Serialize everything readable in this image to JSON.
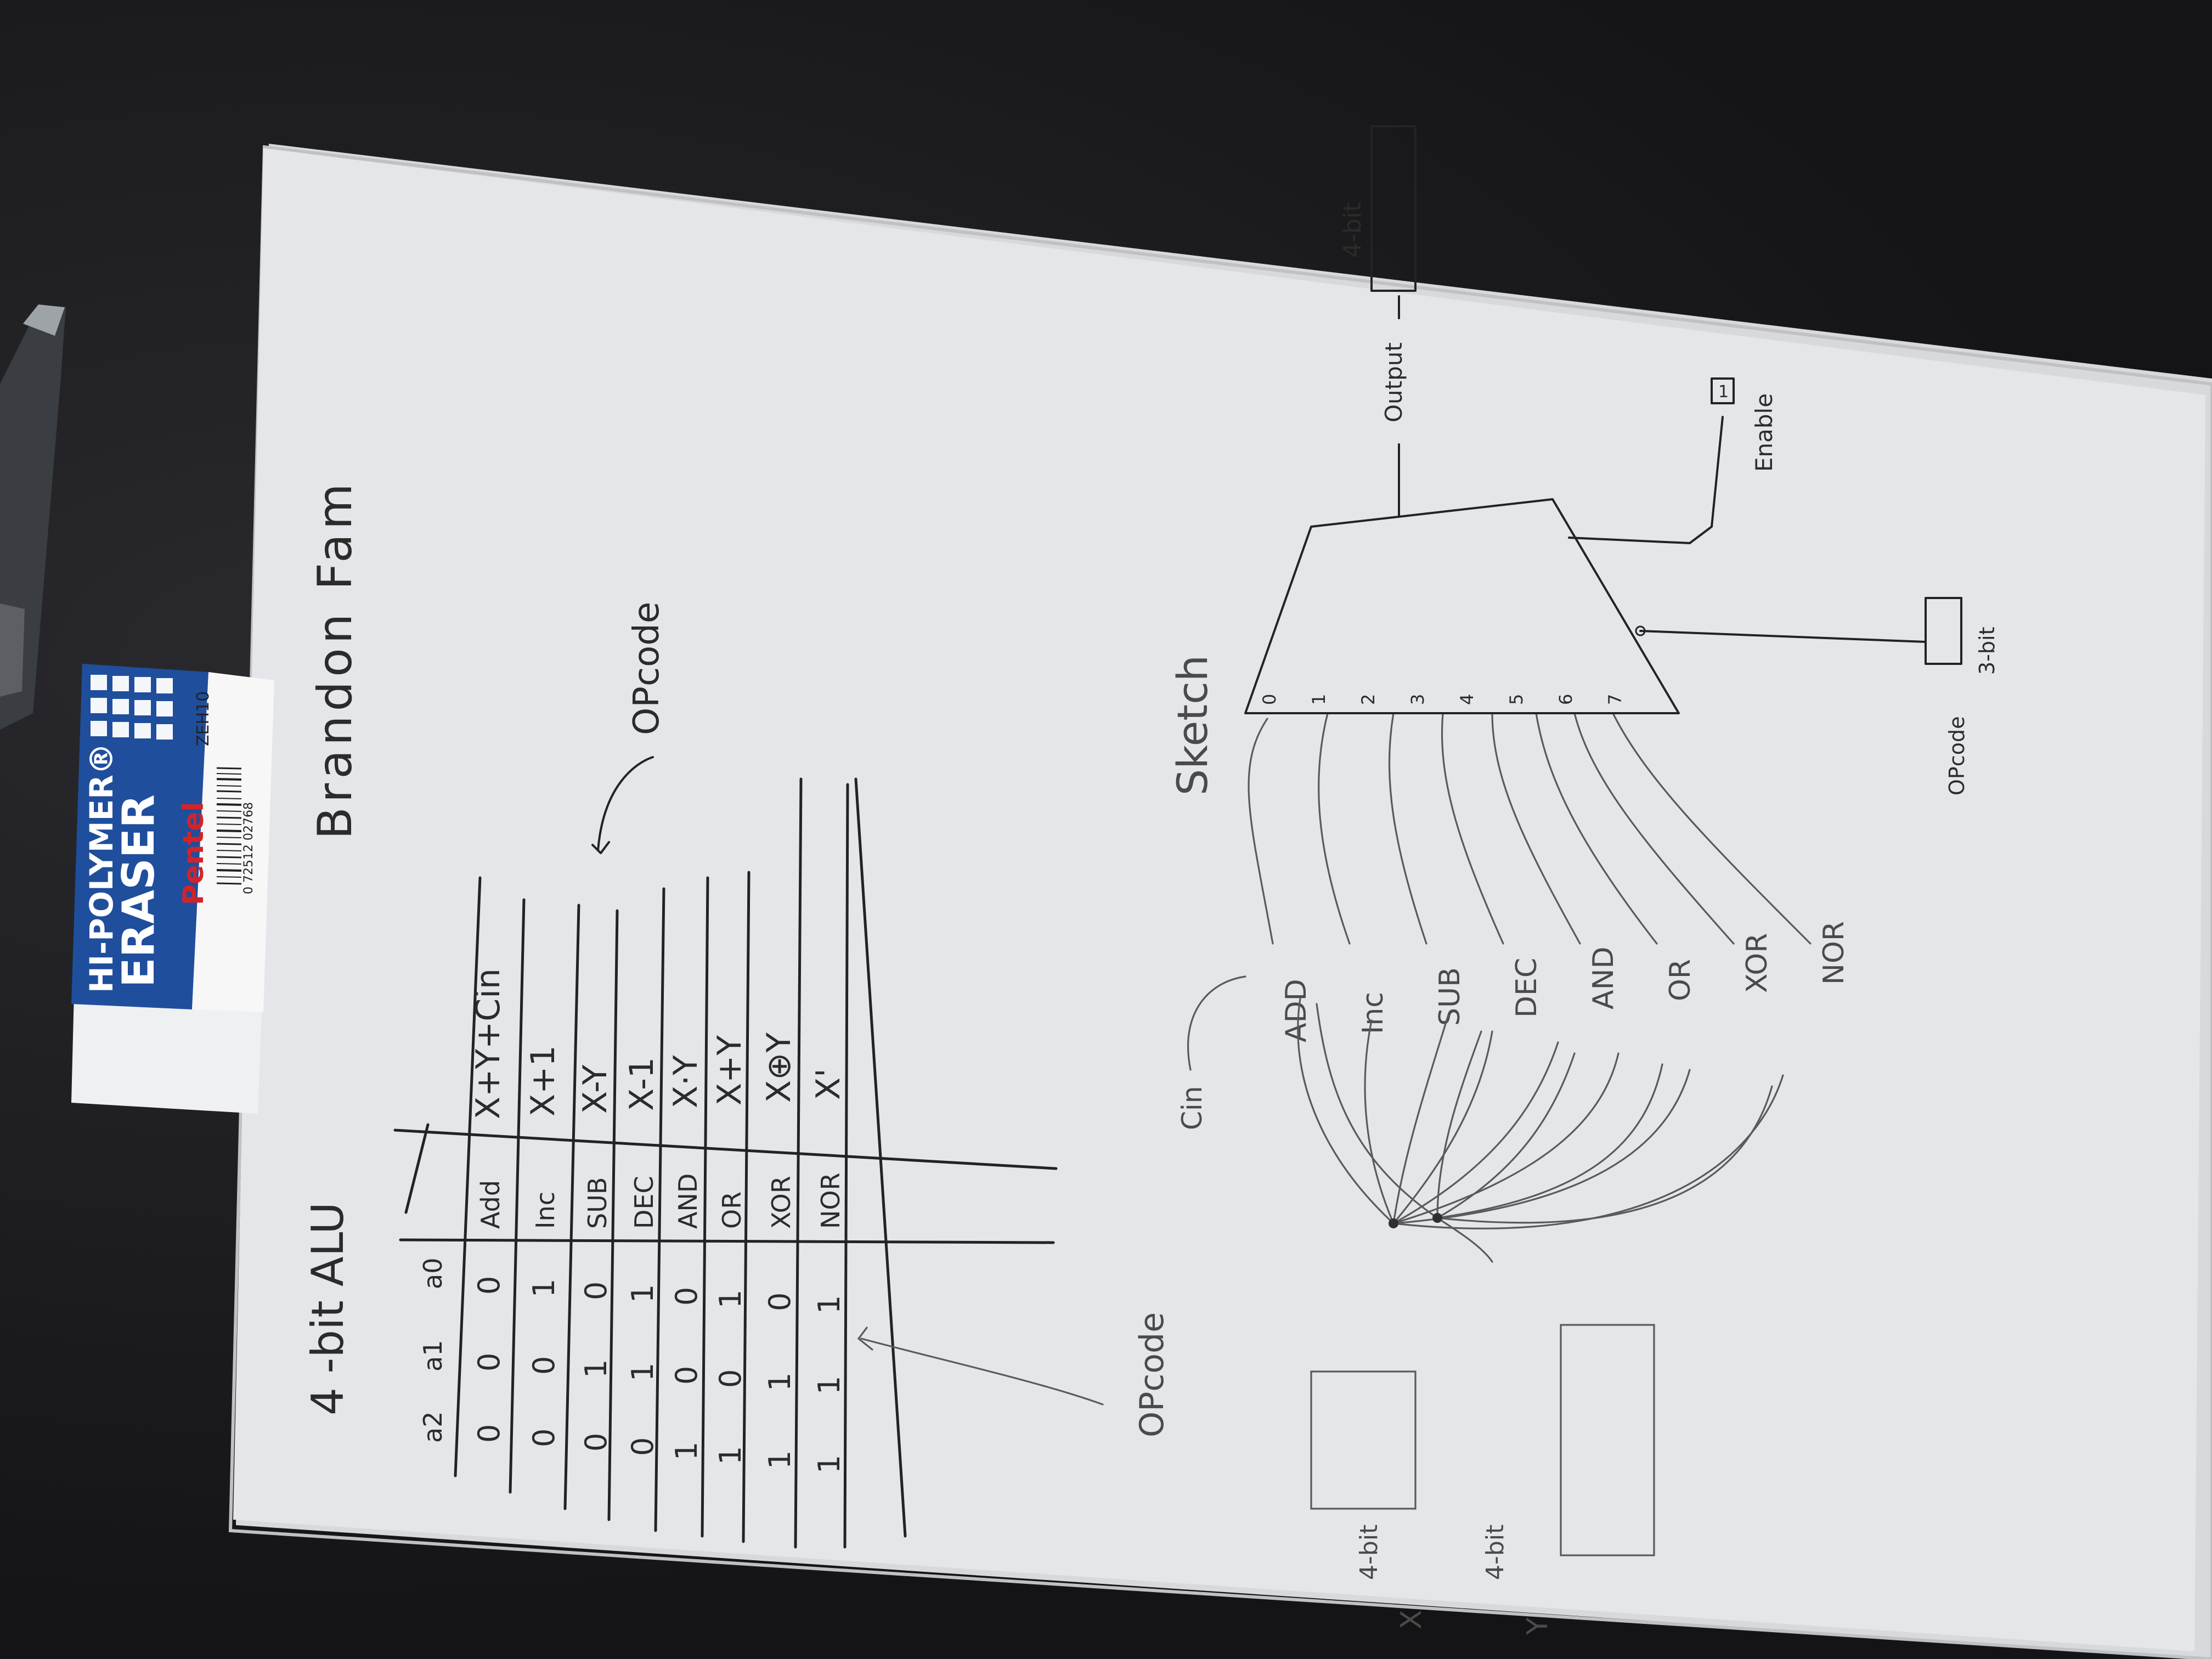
{
  "paper": {
    "title": "4 -bit ALU",
    "author": "Brandon Fam",
    "opcode_arrow_label": "OPcode",
    "opcode_side_label": "OPcode",
    "sketch_label": "Sketch"
  },
  "table": {
    "headers": [
      "a2",
      "a1",
      "a0"
    ],
    "rows": [
      {
        "a2": "0",
        "a1": "0",
        "a0": "0",
        "op": "Add",
        "expr": "X+Y+Cin"
      },
      {
        "a2": "0",
        "a1": "0",
        "a0": "1",
        "op": "Inc",
        "expr": "X+1"
      },
      {
        "a2": "0",
        "a1": "1",
        "a0": "0",
        "op": "SUB",
        "expr": "X-Y"
      },
      {
        "a2": "0",
        "a1": "1",
        "a0": "1",
        "op": "DEC",
        "expr": "X-1"
      },
      {
        "a2": "1",
        "a1": "0",
        "a0": "0",
        "op": "AND",
        "expr": "X·Y"
      },
      {
        "a2": "1",
        "a1": "0",
        "a0": "1",
        "op": "OR",
        "expr": "X+Y"
      },
      {
        "a2": "1",
        "a1": "1",
        "a0": "0",
        "op": "XOR",
        "expr": "X⊕Y"
      },
      {
        "a2": "1",
        "a1": "1",
        "a0": "1",
        "op": "NOR",
        "expr": "X'"
      }
    ]
  },
  "sketch": {
    "inputs": [
      {
        "name": "X",
        "width": "4-bit"
      },
      {
        "name": "Y",
        "width": "4-bit"
      }
    ],
    "carry_in": "Cin",
    "units": [
      "ADD",
      "Inc",
      "SUB",
      "DEC",
      "AND",
      "OR",
      "XOR",
      "NOR"
    ],
    "mux_inputs": [
      "0",
      "1",
      "2",
      "3",
      "4",
      "5",
      "6",
      "7"
    ],
    "output": {
      "label": "Output",
      "width": "4-bit"
    },
    "enable": {
      "label": "Enable",
      "value": "1"
    },
    "opcode": {
      "label": "OPcode",
      "width": "3-bit"
    }
  },
  "eraser": {
    "brand": "Pentel",
    "line1": "HI-POLYMER®",
    "line2": "ERASER",
    "model": "ZEH10",
    "barcode": "0 72512 02768"
  }
}
